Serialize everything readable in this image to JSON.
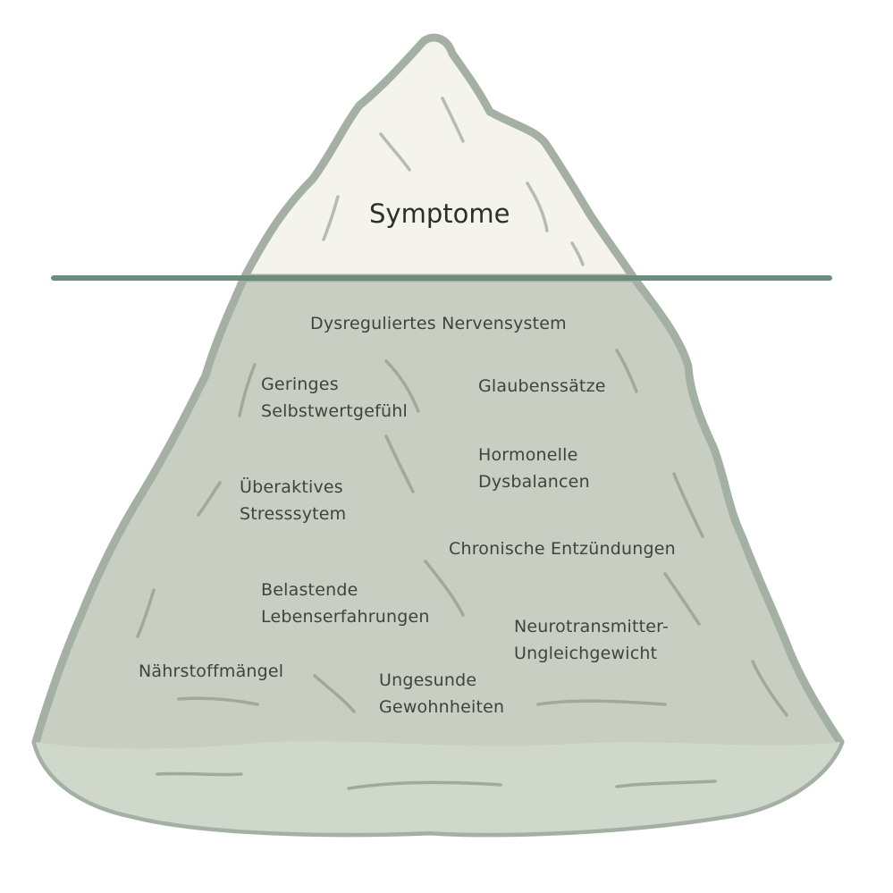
{
  "tip": {
    "label": "Symptome"
  },
  "underwater": {
    "nervous_system": [
      "Dysreguliertes Nervensystem"
    ],
    "self_worth": [
      "Geringes",
      "Selbstwertgefühl"
    ],
    "beliefs": [
      "Glaubenssätze"
    ],
    "hormonal": [
      "Hormonelle",
      "Dysbalancen"
    ],
    "stress": [
      "Überaktives",
      "Stresssytem"
    ],
    "inflammation": [
      "Chronische Entzündungen"
    ],
    "life_experiences": [
      "Belastende",
      "Lebenserfahrungen"
    ],
    "neurotransmitter": [
      "Neurotransmitter-",
      "Ungleichgewicht"
    ],
    "nutrients": [
      "Nährstoffmängel"
    ],
    "habits": [
      "Ungesunde",
      "Gewohnheiten"
    ]
  },
  "colors": {
    "tip_fill": "#f4f3ec",
    "body_fill": "#c8cfc2",
    "outline": "#a4b0a3",
    "waterline": "#6e8c7e",
    "crack": "#a0aa9c",
    "text": "#3c4440"
  }
}
